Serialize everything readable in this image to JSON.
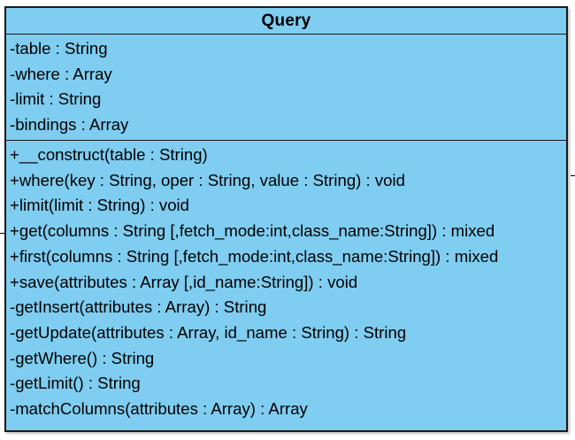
{
  "class": {
    "name": "Query",
    "attributes": [
      "-table : String",
      "-where : Array",
      "-limit : String",
      "-bindings : Array"
    ],
    "operations": [
      "+__construct(table : String)",
      "+where(key : String, oper : String, value : String) : void",
      "+limit(limit : String) : void",
      "+get(columns : String [,fetch_mode:int,class_name:String]) : mixed",
      "+first(columns : String [,fetch_mode:int,class_name:String]) : mixed",
      "+save(attributes : Array [,id_name:String]) : void",
      "-getInsert(attributes : Array) : String",
      "-getUpdate(attributes : Array, id_name : String) : String",
      "-getWhere() : String",
      "-getLimit() : String",
      "-matchColumns(attributes : Array) : Array"
    ]
  },
  "colors": {
    "fill": "#7fcdf0",
    "border": "#1a1a1a",
    "text": "#000000"
  }
}
